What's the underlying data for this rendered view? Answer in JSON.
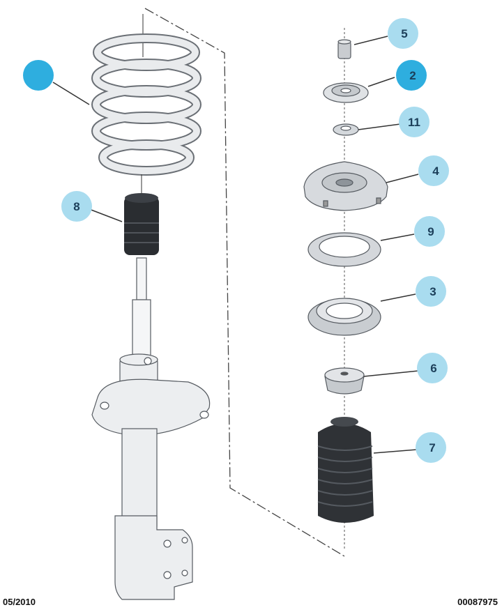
{
  "colors": {
    "callout_light": "#a9dcef",
    "callout_selected": "#2eaedf",
    "part_fill": "#eceef0",
    "part_stroke": "#555a60",
    "rubber": "#2a2d31",
    "leader": "#333333"
  },
  "callouts": [
    {
      "id": "spring",
      "label": "",
      "selected": true
    },
    {
      "id": "bump-stop",
      "label": "8",
      "selected": false
    },
    {
      "id": "top-nut",
      "label": "5",
      "selected": false
    },
    {
      "id": "cup-washer",
      "label": "2",
      "selected": true
    },
    {
      "id": "small-washer",
      "label": "11",
      "selected": false
    },
    {
      "id": "top-mount",
      "label": "4",
      "selected": false
    },
    {
      "id": "bearing",
      "label": "9",
      "selected": false
    },
    {
      "id": "spring-seat",
      "label": "3",
      "selected": false
    },
    {
      "id": "dust-cap",
      "label": "6",
      "selected": false
    },
    {
      "id": "dust-boot",
      "label": "7",
      "selected": false
    }
  ],
  "footer": {
    "date": "05/2010",
    "reference": "00087975"
  }
}
